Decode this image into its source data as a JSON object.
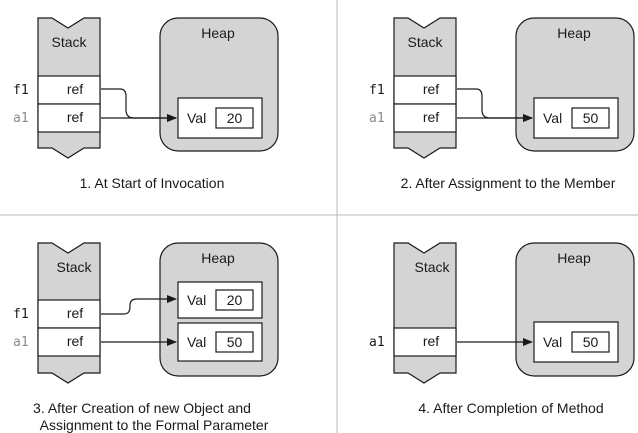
{
  "panels": [
    {
      "caption_lines": [
        "1. At Start of Invocation"
      ],
      "stack": {
        "title": "Stack",
        "rows": [
          {
            "var": "f1",
            "ref": "ref"
          },
          {
            "var": "a1",
            "ref": "ref"
          }
        ]
      },
      "heap": {
        "title": "Heap",
        "objects": [
          {
            "field": "Val",
            "value": "20"
          }
        ]
      }
    },
    {
      "caption_lines": [
        "2. After Assignment to the Member"
      ],
      "stack": {
        "title": "Stack",
        "rows": [
          {
            "var": "f1",
            "ref": "ref"
          },
          {
            "var": "a1",
            "ref": "ref"
          }
        ]
      },
      "heap": {
        "title": "Heap",
        "objects": [
          {
            "field": "Val",
            "value": "50"
          }
        ]
      }
    },
    {
      "caption_lines": [
        "3. After Creation of new Object and",
        "Assignment to the Formal Parameter"
      ],
      "stack": {
        "title": "Stack",
        "rows": [
          {
            "var": "f1",
            "ref": "ref"
          },
          {
            "var": "a1",
            "ref": "ref"
          }
        ]
      },
      "heap": {
        "title": "Heap",
        "objects": [
          {
            "field": "Val",
            "value": "20"
          },
          {
            "field": "Val",
            "value": "50"
          }
        ]
      }
    },
    {
      "caption_lines": [
        "4. After Completion of Method"
      ],
      "stack": {
        "title": "Stack",
        "rows": [
          {
            "var": "a1",
            "ref": "ref"
          }
        ]
      },
      "heap": {
        "title": "Heap",
        "objects": [
          {
            "field": "Val",
            "value": "50"
          }
        ]
      }
    }
  ],
  "colors": {
    "fill_gray": "#d4d4d4",
    "stroke": "#1a1a1a",
    "divider": "#b8b8b8",
    "var_dark": "#1a1a1a",
    "var_light": "#8a8a8a"
  }
}
